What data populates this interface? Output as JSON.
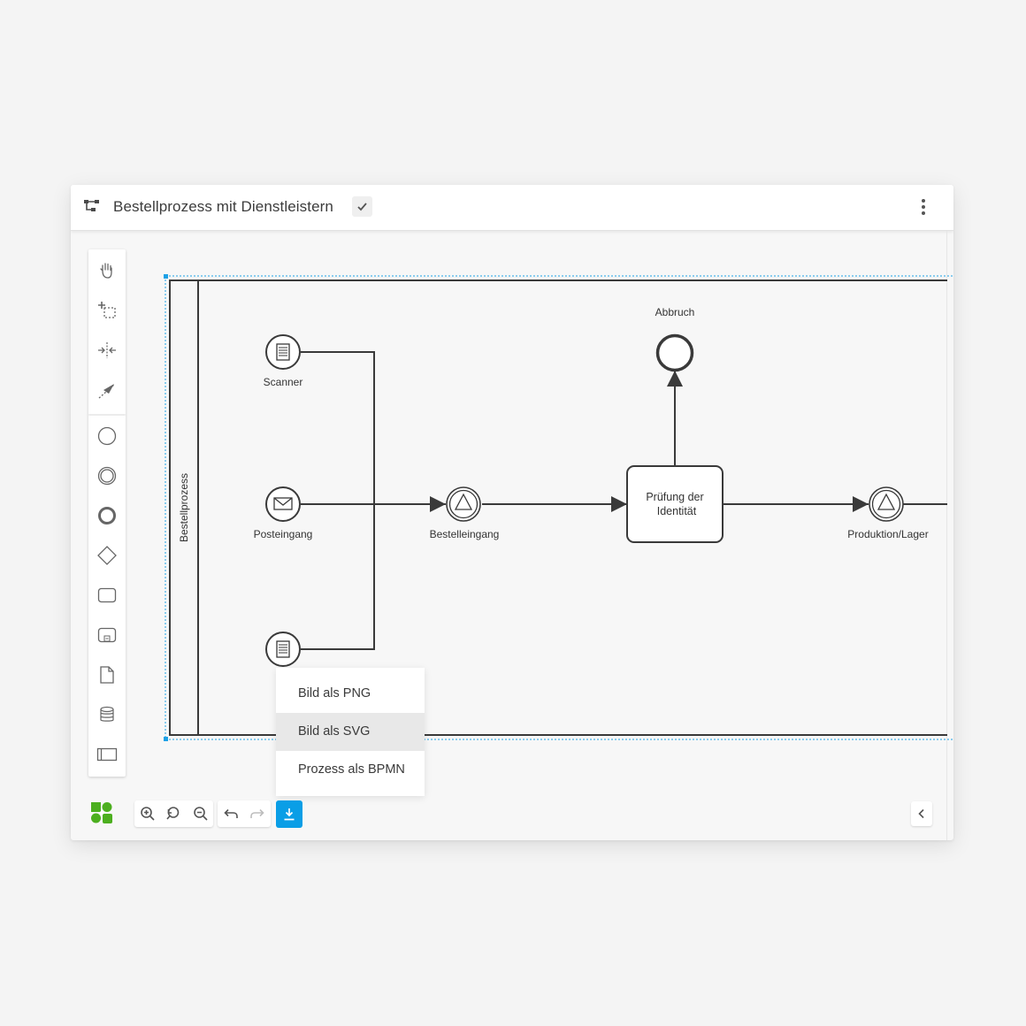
{
  "header": {
    "title": "Bestellprozess mit Dienstleistern",
    "app_icon": "process-map-icon",
    "status_icon": "checkmark-icon",
    "menu_icon": "vertical-dots-icon"
  },
  "palette": {
    "tools": [
      {
        "name": "hand-tool",
        "icon": "hand-icon"
      },
      {
        "name": "lasso-tool",
        "icon": "lasso-select-icon"
      },
      {
        "name": "space-tool",
        "icon": "space-icon"
      },
      {
        "name": "connect-tool",
        "icon": "connect-arrow-icon"
      },
      {
        "name": "start-event",
        "icon": "circle-thin-icon"
      },
      {
        "name": "intermediate-event",
        "icon": "circle-double-icon"
      },
      {
        "name": "end-event",
        "icon": "circle-thick-icon"
      },
      {
        "name": "gateway",
        "icon": "diamond-icon"
      },
      {
        "name": "task",
        "icon": "rounded-rect-icon"
      },
      {
        "name": "subprocess",
        "icon": "subprocess-icon"
      },
      {
        "name": "data-object",
        "icon": "document-icon"
      },
      {
        "name": "data-store",
        "icon": "database-icon"
      },
      {
        "name": "pool",
        "icon": "pool-icon"
      }
    ]
  },
  "diagram": {
    "pool_label": "Bestellprozess",
    "nodes": {
      "scanner": "Scanner",
      "posteingang": "Posteingang",
      "bestelleingang": "Bestelleingang",
      "pruefung": [
        "Prüfung der",
        "Identität"
      ],
      "abbruch": "Abbruch",
      "produktion": "Produktion/Lager"
    }
  },
  "export_menu": {
    "items": [
      "Bild als PNG",
      "Bild als SVG",
      "Prozess als BPMN"
    ],
    "selected": "Bild als SVG"
  },
  "toolbar": {
    "zoom_in": "zoom-in-icon",
    "zoom_reset": "zoom-reset-icon",
    "zoom_out": "zoom-out-icon",
    "undo": "undo-icon",
    "redo": "redo-icon",
    "download": "download-icon",
    "collapse": "chevron-left-icon"
  },
  "colors": {
    "accent": "#0a9ee6",
    "logo_green": "#4caf1f",
    "line": "#3a3a3a",
    "selection": "#1da1e6"
  }
}
